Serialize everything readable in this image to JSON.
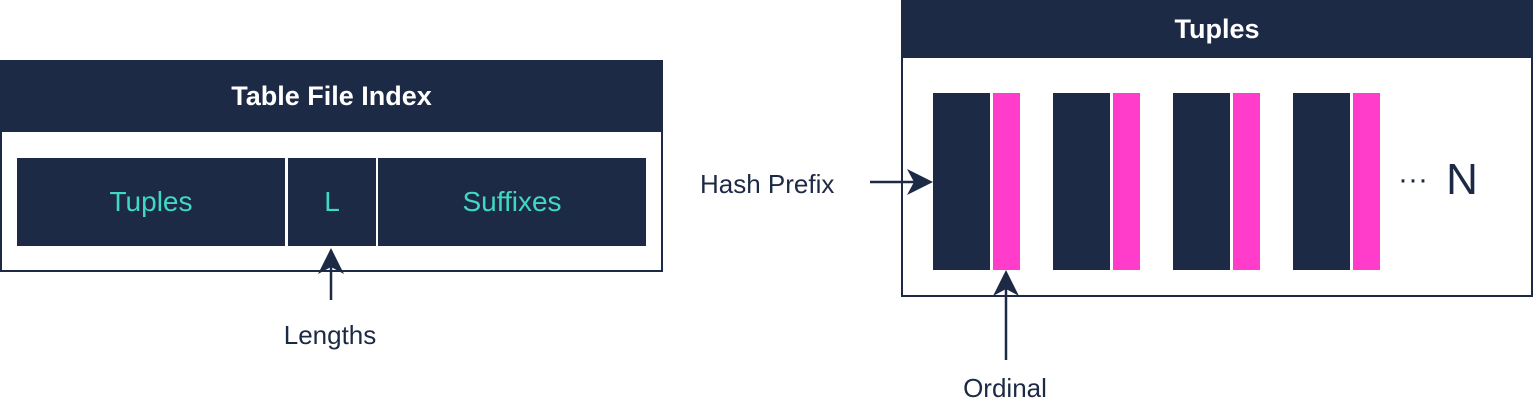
{
  "table_file_index": {
    "title": "Table File Index",
    "segments": {
      "tuples": "Tuples",
      "lengths": "L",
      "suffixes": "Suffixes"
    },
    "lengths_label": "Lengths"
  },
  "tuples_block": {
    "title": "Tuples",
    "hash_prefix_label": "Hash Prefix",
    "ordinal_label": "Ordinal",
    "ellipsis": "···",
    "count": "N"
  },
  "colors": {
    "navy": "#1d2a45",
    "teal_text": "#3fd9c2",
    "magenta": "#ff3dca"
  },
  "icons": [
    "arrow-up-icon",
    "arrow-right-icon"
  ]
}
